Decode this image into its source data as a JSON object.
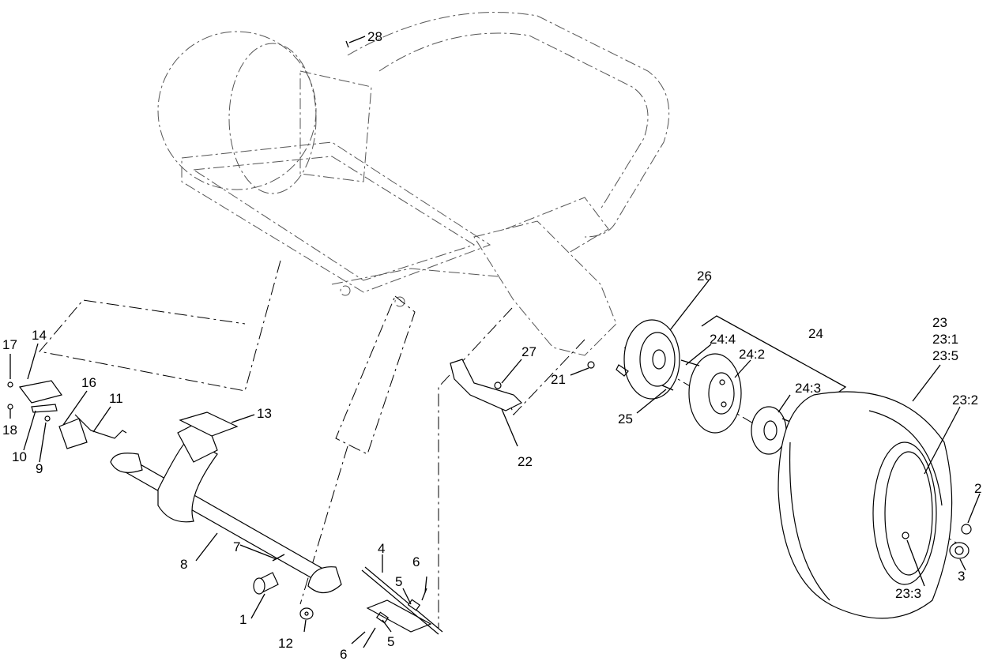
{
  "callouts": [
    {
      "id": "c1",
      "text": "1"
    },
    {
      "id": "c2",
      "text": "2"
    },
    {
      "id": "c3",
      "text": "3"
    },
    {
      "id": "c4",
      "text": "4"
    },
    {
      "id": "c5a",
      "text": "5"
    },
    {
      "id": "c5b",
      "text": "5"
    },
    {
      "id": "c6a",
      "text": "6"
    },
    {
      "id": "c6b",
      "text": "6"
    },
    {
      "id": "c7",
      "text": "7"
    },
    {
      "id": "c8",
      "text": "8"
    },
    {
      "id": "c9",
      "text": "9"
    },
    {
      "id": "c10",
      "text": "10"
    },
    {
      "id": "c11",
      "text": "11"
    },
    {
      "id": "c12",
      "text": "12"
    },
    {
      "id": "c13",
      "text": "13"
    },
    {
      "id": "c14",
      "text": "14"
    },
    {
      "id": "c16",
      "text": "16"
    },
    {
      "id": "c17",
      "text": "17"
    },
    {
      "id": "c18",
      "text": "18"
    },
    {
      "id": "c21",
      "text": "21"
    },
    {
      "id": "c22",
      "text": "22"
    },
    {
      "id": "c23",
      "text": "23"
    },
    {
      "id": "c23_1",
      "text": "23:1"
    },
    {
      "id": "c23_5",
      "text": "23:5"
    },
    {
      "id": "c23_2",
      "text": "23:2"
    },
    {
      "id": "c23_3",
      "text": "23:3"
    },
    {
      "id": "c24",
      "text": "24"
    },
    {
      "id": "c24_4",
      "text": "24:4"
    },
    {
      "id": "c24_2",
      "text": "24:2"
    },
    {
      "id": "c24_3",
      "text": "24:3"
    },
    {
      "id": "c25",
      "text": "25"
    },
    {
      "id": "c26",
      "text": "26"
    },
    {
      "id": "c27",
      "text": "27"
    },
    {
      "id": "c28",
      "text": "28"
    }
  ]
}
